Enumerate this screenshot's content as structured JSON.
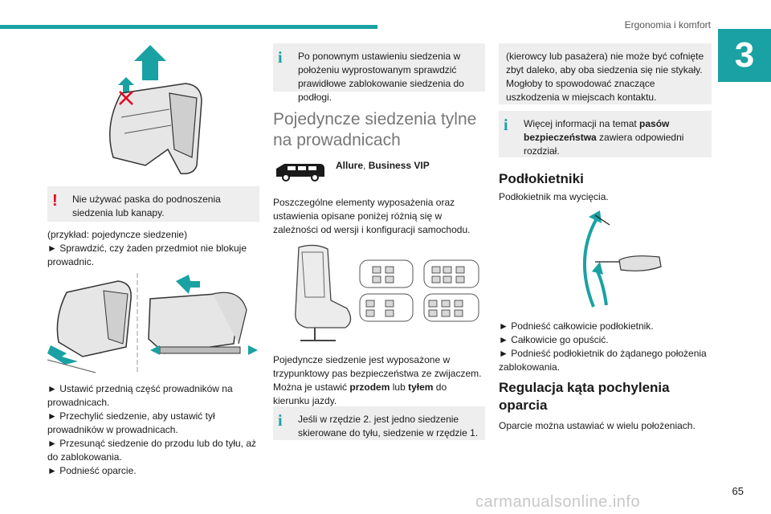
{
  "header": {
    "section": "Ergonomia i komfort",
    "chapter": "3"
  },
  "col1": {
    "warning": "Nie używać paska do podnoszenia siedzenia lub kanapy.",
    "example": "(przykład: pojedyncze siedzenie)",
    "step_check": "► Sprawdzić, czy żaden przedmiot nie blokuje prowadnic.",
    "step1": "► Ustawić przednią część prowadników na prowadnicach.",
    "step2": "► Przechylić siedzenie, aby ustawić tył prowadników w prowadnicach.",
    "step3": "► Przesunąć siedzenie do przodu lub do tyłu, aż do zablokowania.",
    "step4": "► Podnieść oparcie."
  },
  "col2": {
    "info1": "Po ponownym ustawieniu siedzenia w położeniu wyprostowanym sprawdzić prawidłowe zablokowanie siedzenia do podłogi.",
    "heading": "Pojedyncze siedzenia tylne na prowadnicach",
    "version_a": "Allure",
    "version_sep": ", ",
    "version_b": "Business VIP",
    "para1": "Poszczególne elementy wyposażenia oraz ustawienia opisane poniżej różnią się w zależności od wersji i konfiguracji samochodu.",
    "para2_a": "Pojedyncze siedzenie jest wyposażone w trzypunktowy pas bezpieczeństwa ze zwijaczem. Można je ustawić ",
    "para2_b": "przodem",
    "para2_c": " lub ",
    "para2_d": "tyłem",
    "para2_e": " do kierunku jazdy.",
    "info2": "Jeśli w rzędzie 2. jest jedno siedzenie skierowane do tyłu, siedzenie w rzędzie 1."
  },
  "col3": {
    "box1": "(kierowcy lub pasażera) nie może być cofnięte zbyt daleko, aby oba siedzenia się nie stykały. Mogłoby to spowodować znaczące uszkodzenia w miejscach kontaktu.",
    "info_a": "Więcej informacji na temat ",
    "info_b": "pasów bezpieczeństwa",
    "info_c": " zawiera odpowiedni rozdział.",
    "heading1": "Podłokietniki",
    "para1": "Podłokietnik ma wycięcia.",
    "step1": "► Podnieść całkowicie podłokietnik.",
    "step2": "► Całkowicie go opuścić.",
    "step3": "► Podnieść podłokietnik do żądanego położenia zablokowania.",
    "heading2": "Regulacja kąta pochylenia oparcia",
    "para2": "Oparcie można ustawiać w wielu położeniach."
  },
  "footer": {
    "page": "65",
    "watermark": "carmanualsonline.info"
  },
  "colors": {
    "accent": "#1aa1a3",
    "warning": "#e3001b",
    "box": "#eeeeee"
  }
}
